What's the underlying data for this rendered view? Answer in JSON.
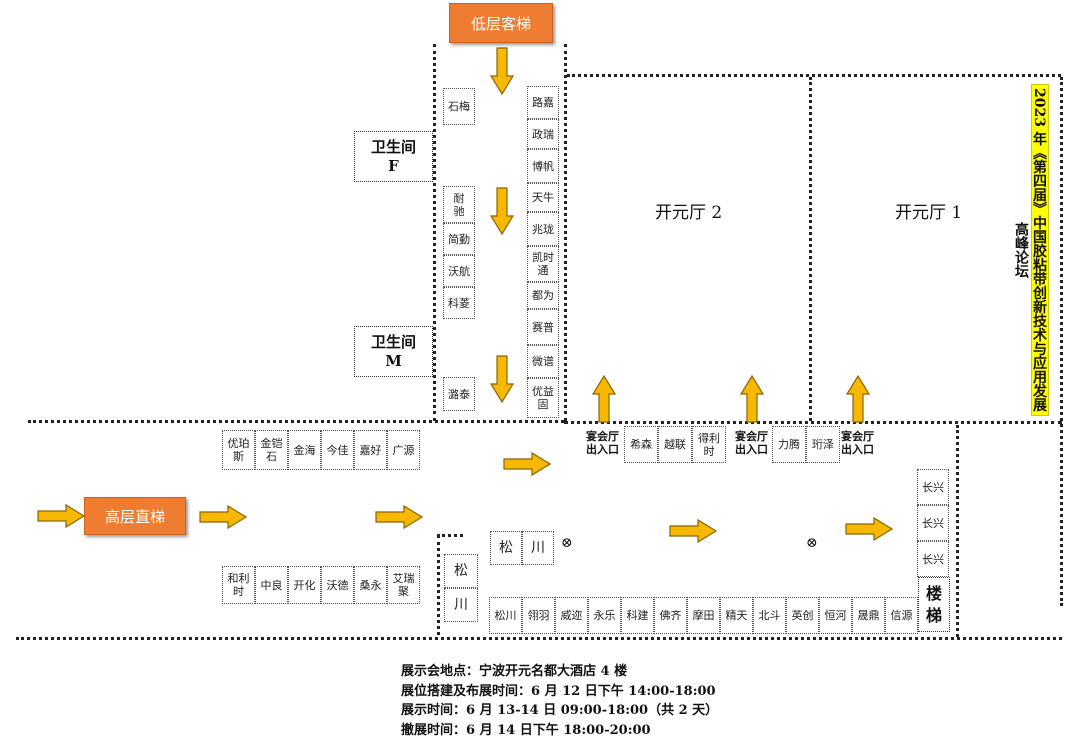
{
  "elevators": {
    "low": "低层客梯",
    "high": "高层直梯"
  },
  "restrooms": [
    {
      "name": "卫生间",
      "sub": "F"
    },
    {
      "name": "卫生间",
      "sub": "M"
    }
  ],
  "halls": {
    "hall2": "开元厅 2",
    "hall1": "开元厅 1"
  },
  "entrance_label": "宴会厅\n出入口",
  "banner": "2023 年《第四届》中国胶粘带创新技术与应用发展高峰论坛",
  "booths": {
    "corridor_left": [
      "石梅",
      "耐\n驰",
      "简勤",
      "沃航",
      "科菱",
      "潞泰"
    ],
    "corridor_right": [
      "路嘉",
      "政瑞",
      "博帆",
      "天牛",
      "兆珑",
      "凯时\n通",
      "都为",
      "赛普",
      "微谱",
      "优益\n固"
    ],
    "upper_row": [
      "优珀\n斯",
      "金铠\n石",
      "金海",
      "今佳",
      "嘉好",
      "广源"
    ],
    "lower_row": [
      "和利\n时",
      "中良",
      "开化",
      "沃德",
      "桑永",
      "艾瑞\n聚"
    ],
    "entrance_row_a": [
      "希森",
      "越联",
      "得利\n时"
    ],
    "entrance_row_b": [
      "力腾",
      "珩泽"
    ],
    "bottom_row": [
      "松川",
      "翎羽",
      "威迩",
      "永乐",
      "科建",
      "佛齐",
      "摩田",
      "精天",
      "北斗",
      "英创",
      "恒河",
      "晟鼎",
      "信源"
    ],
    "right_column": [
      "长兴",
      "长兴",
      "长兴"
    ],
    "songchuan_center_a": "松",
    "songchuan_center_b": "川",
    "songchuan_vertical_a": "松",
    "songchuan_vertical_b": "川"
  },
  "stairs": "楼\n梯",
  "pillar_symbol": "⊗",
  "info": {
    "location": "展示会地点：宁波开元名都大酒店 4 楼",
    "setup": "展位搭建及布展时间：6 月 12 日下午 14:00-18:00",
    "show": "展示时间：6 月 13-14 日 09:00-18:00（共 2 天）",
    "teardown": "撤展时间：6 月 14 日下午 18:00-20:00"
  },
  "colors": {
    "arrow_fill": "#f6b800",
    "arrow_stroke": "#8a6500",
    "elevator_bg": "#ef7d31",
    "banner_bg": "#ffff00"
  }
}
